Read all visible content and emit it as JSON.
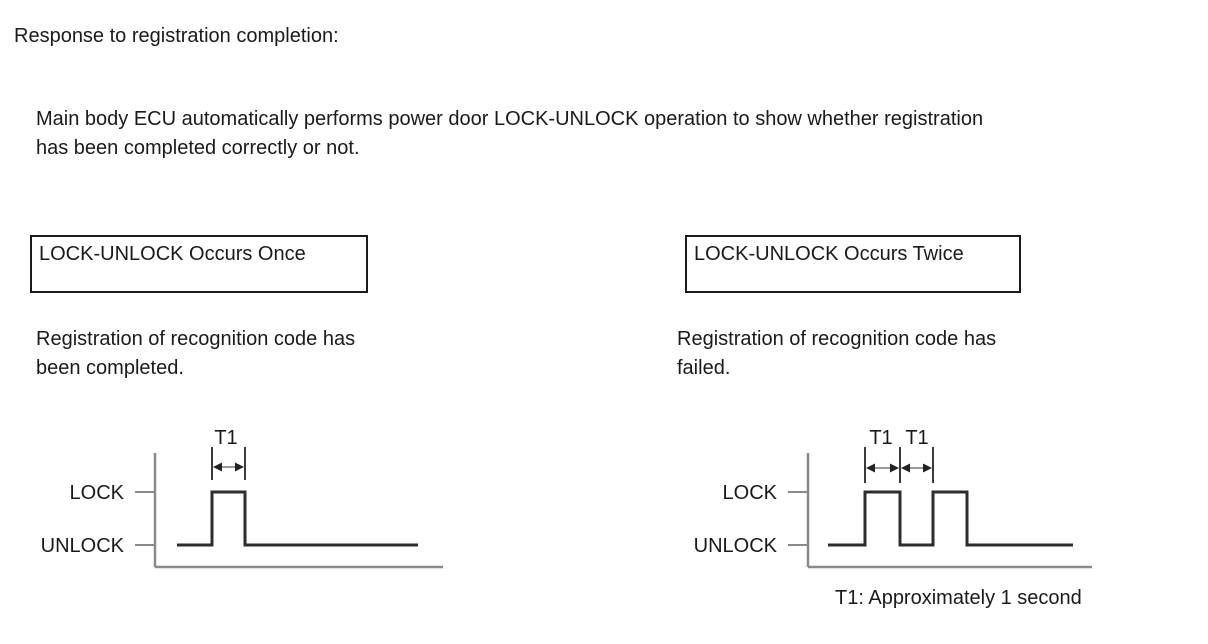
{
  "page": {
    "title": "Response to registration completion:",
    "description": "Main body ECU automatically performs power door LOCK-UNLOCK operation to show whether registration\nhas been completed correctly or not."
  },
  "columns": {
    "left": {
      "box_label": "LOCK-UNLOCK Occurs Once",
      "caption": "Registration of recognition code has\nbeen completed."
    },
    "right": {
      "box_label": "LOCK-UNLOCK Occurs Twice",
      "caption": "Registration of recognition code has\nfailed."
    }
  },
  "diagrams": {
    "left": {
      "t1_label": "T1",
      "lock_label": "LOCK",
      "unlock_label": "UNLOCK",
      "pulse_count": 1,
      "sequence": [
        "UNLOCK",
        "LOCK for T1",
        "UNLOCK"
      ]
    },
    "right": {
      "t1_label_1": "T1",
      "t1_label_2": "T1",
      "lock_label": "LOCK",
      "unlock_label": "UNLOCK",
      "pulse_count": 2,
      "sequence": [
        "UNLOCK",
        "LOCK for T1",
        "UNLOCK for T1",
        "LOCK",
        "UNLOCK"
      ]
    },
    "note": "T1: Approximately 1 second"
  },
  "colors": {
    "text": "#1a1a1a",
    "box_border": "#1a1a1a",
    "axis_gray": "#8a8a8a",
    "waveform": "#2e2e2e",
    "measure_tick": "#3a3a3a",
    "arrow_shaft": "#999999",
    "arrow_head": "#222222",
    "background": "#ffffff"
  }
}
